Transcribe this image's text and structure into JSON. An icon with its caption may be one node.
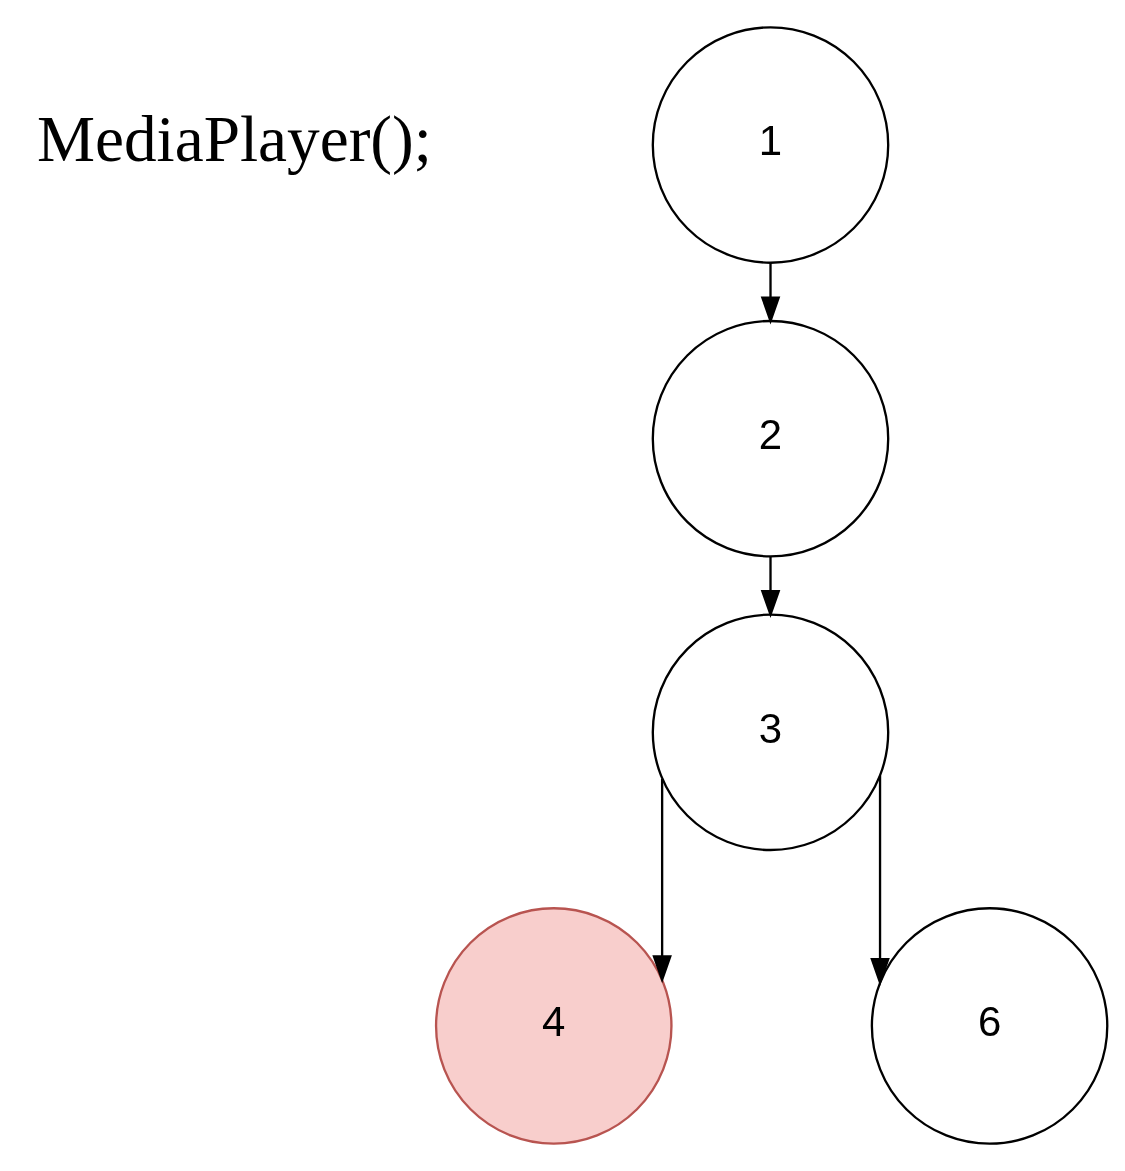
{
  "diagram": {
    "nodes": [
      {
        "text": [
          "1"
        ]
      },
      {
        "text": [
          "2"
        ]
      },
      {
        "text": [
          "3"
        ]
      },
      {
        "text": [
          "4"
        ]
      },
      {
        "text": [
          "6"
        ]
      }
    ],
    "edges": [
      {
        "from": 0,
        "to": 1,
        "arrow": "to"
      },
      {
        "from": 1,
        "to": 2,
        "arrow": "to"
      },
      {
        "from": 2,
        "to": 3,
        "arrow": "to"
      },
      {
        "from": 2,
        "to": 4,
        "arrow": "to"
      }
    ],
    "labels": [
      "MediaPlayer();"
    ]
  }
}
